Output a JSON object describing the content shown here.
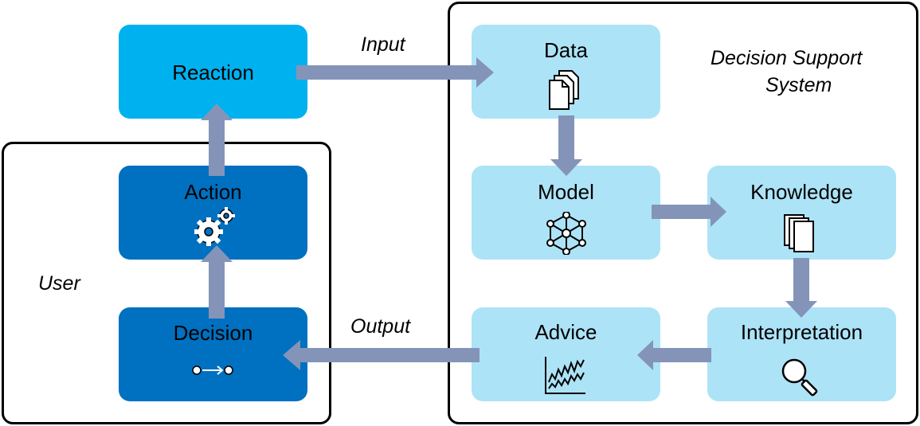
{
  "labels": {
    "input": "Input",
    "output": "Output",
    "user": "User",
    "dss_line1": "Decision Support",
    "dss_line2": "System"
  },
  "boxes": {
    "reaction": "Reaction",
    "action": "Action",
    "decision": "Decision",
    "data": "Data",
    "model": "Model",
    "knowledge": "Knowledge",
    "advice": "Advice",
    "interpretation": "Interpretation"
  },
  "icons": {
    "data": "documents-icon",
    "model": "network-cube-icon",
    "knowledge": "books-icon",
    "advice": "line-chart-icon",
    "interpretation": "magnifier-icon",
    "action": "gears-icon",
    "decision": "process-flow-icon"
  },
  "colors": {
    "light_box": "#ade3f6",
    "reaction_box": "#00b1ef",
    "dark_box": "#0070c0",
    "arrow": "#8494b8",
    "frame": "#000000"
  }
}
